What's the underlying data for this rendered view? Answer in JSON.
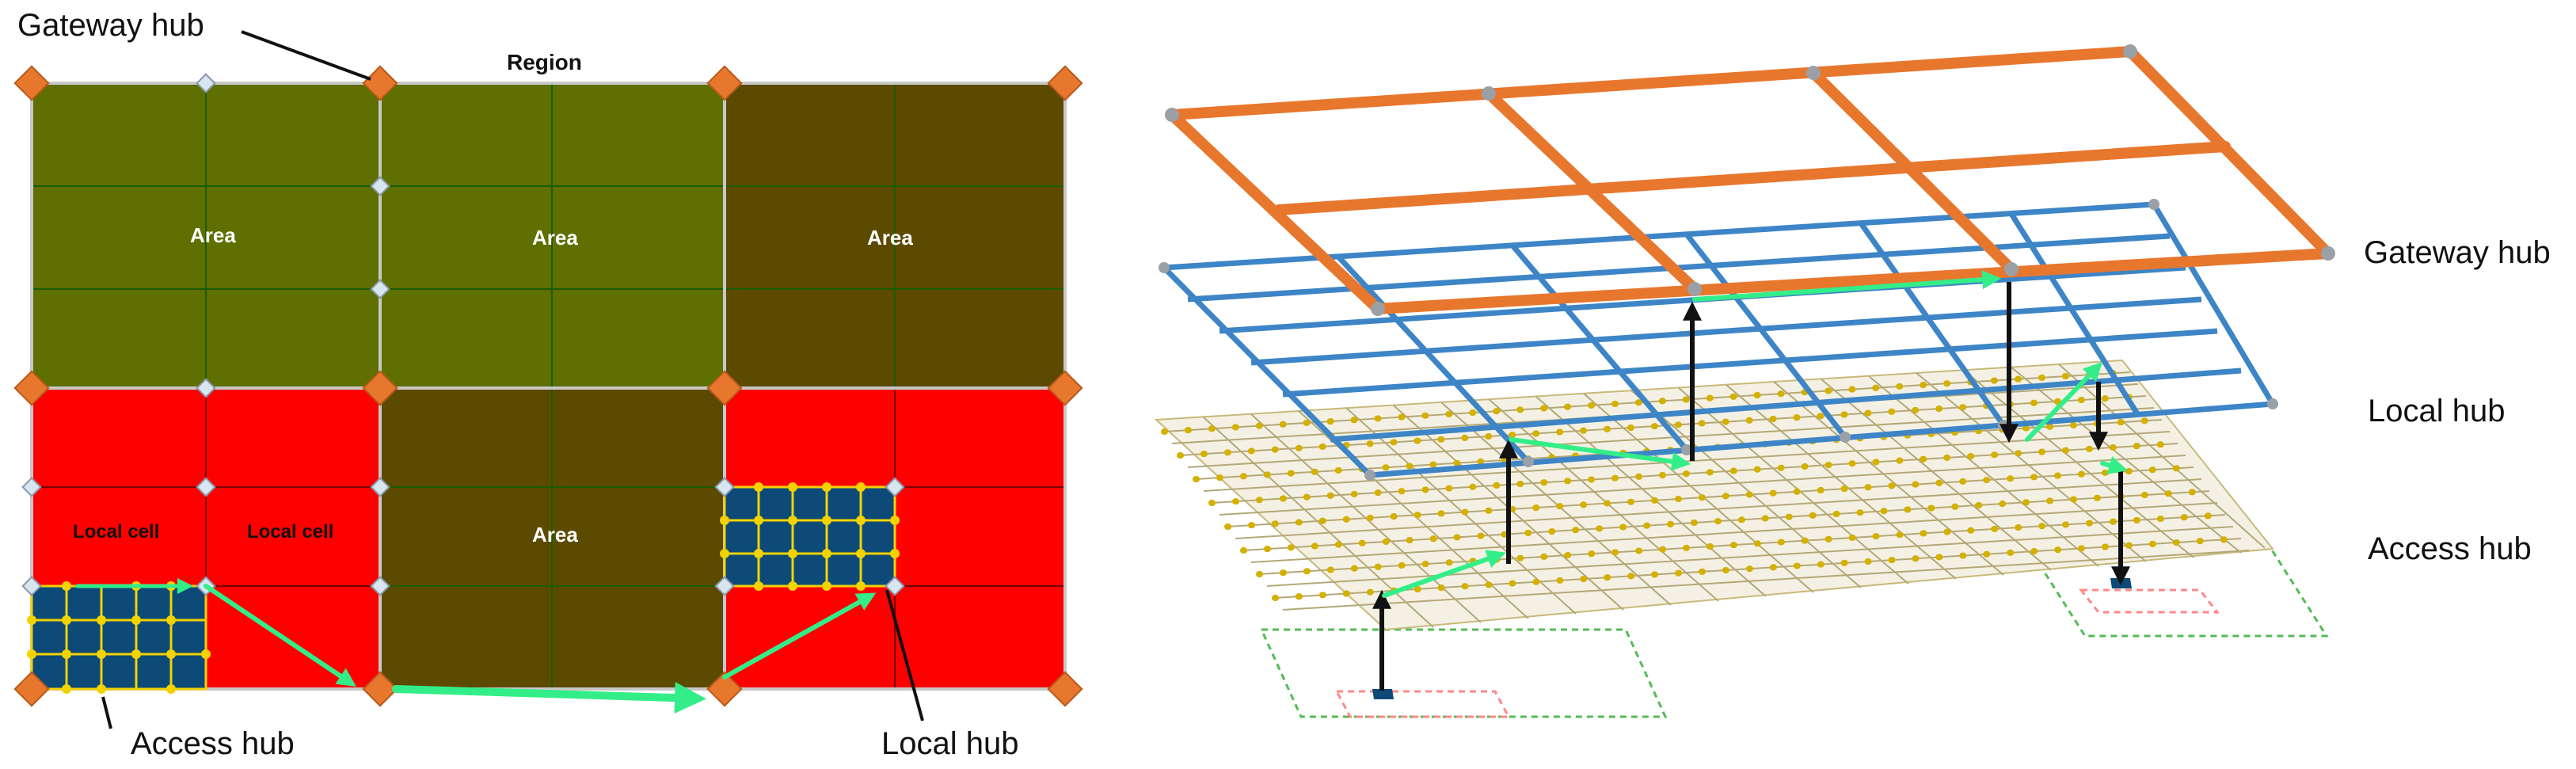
{
  "left_diagram": {
    "gateway_hub_label": "Gateway hub",
    "region_label": "Region",
    "area_labels": [
      "Area",
      "Area",
      "Area",
      "Area"
    ],
    "local_cell_labels": [
      "Local cell",
      "Local cell"
    ],
    "access_hub_label": "Access hub",
    "local_hub_label": "Local hub"
  },
  "right_diagram": {
    "layer_labels": [
      "Gateway hub",
      "Local hub",
      "Access hub"
    ]
  },
  "colors": {
    "area_olive": "#5f6f00",
    "area_brown": "#5c4a00",
    "local_red": "#ff0000",
    "gateway_orange": "#e8772e",
    "local_blue": "#3d85c6",
    "access_yellow": "#f2d300",
    "access_navy": "#0d4a78",
    "route_green": "#33ee88"
  }
}
